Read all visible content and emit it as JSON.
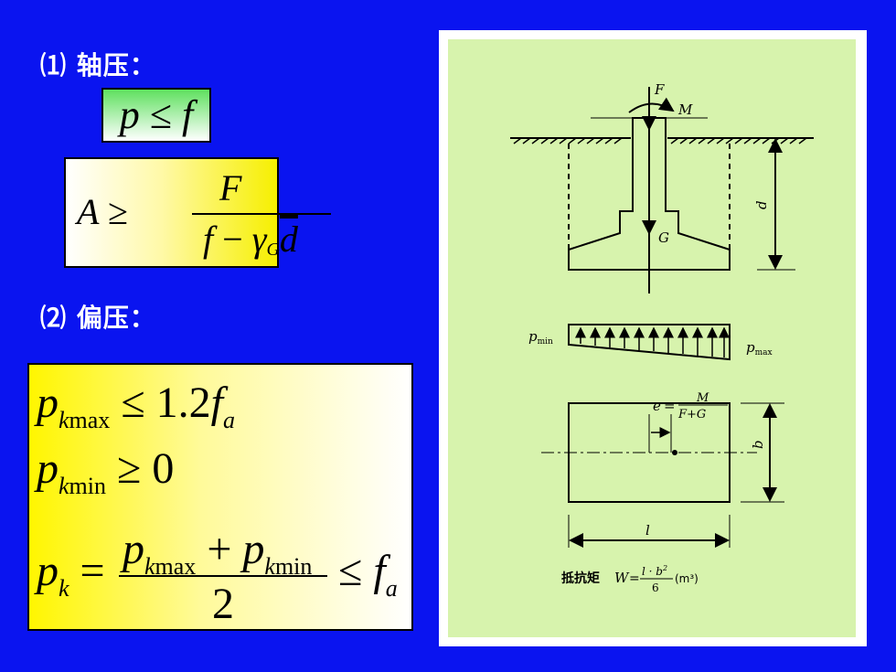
{
  "slide": {
    "section1_heading": "⑴ 轴压：",
    "section2_heading": "⑵ 偏压："
  },
  "formulas": {
    "axial_condition": {
      "lhs": "p",
      "op": "≤",
      "rhs": "f"
    },
    "area_condition": {
      "lhs": "A ≥",
      "numerator": "F",
      "den_f": "f",
      "den_minus": " − ",
      "den_gamma": "γ",
      "den_gamma_sub": "G",
      "den_d": "d"
    },
    "eccentric": {
      "pmax_p": "p",
      "pmax_sub_k": "k",
      "pmax_sub": "max",
      "pmax_rel": " ≤ 1.2",
      "pmax_f": "f",
      "pmax_f_sub": "a",
      "pmin_p": "p",
      "pmin_sub_k": "k",
      "pmin_sub": "min",
      "pmin_rel": " ≥ 0",
      "pk_p": "p",
      "pk_sub": "k",
      "pk_eq": " =",
      "num_p1": "p",
      "num_sub_k1": "k",
      "num_sub1": "max",
      "num_plus": " + ",
      "num_p2": "p",
      "num_sub_k2": "k",
      "num_sub2": "min",
      "den": "2",
      "rhs_op": "≤ ",
      "rhs_f": "f",
      "rhs_sub": "a"
    }
  },
  "figure": {
    "label_F": "F",
    "label_M": "M",
    "label_G": "G",
    "label_d": "d",
    "label_pmin_p": "p",
    "label_pmin_sub": "min",
    "label_pmax_p": "p",
    "label_pmax_sub": "max",
    "label_e_lhs": "e",
    "label_e_eq": "=",
    "label_e_num": "M",
    "label_e_den": "F+G",
    "label_b": "b",
    "label_l": "l",
    "caption_prefix": "抵抗矩",
    "caption_W": "W",
    "caption_eq": "=",
    "caption_num": "l · b",
    "caption_num_sup": "2",
    "caption_den": "6",
    "caption_unit": "(m³)"
  },
  "colors": {
    "background": "#0a14f0",
    "figure_bg": "#d7f3ad",
    "box_green": "#5fe05f",
    "box_yellow": "#f6ef00"
  }
}
